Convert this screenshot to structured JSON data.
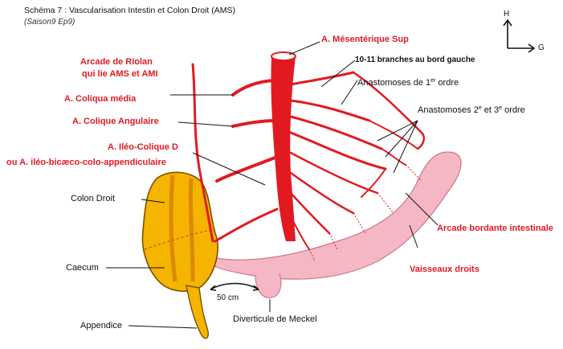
{
  "header": {
    "title": "Schéma 7 : Vascularisation Intestin et Colon Droit (AMS)",
    "subtitle": "(Saison9 Ep9)"
  },
  "compass": {
    "up": "H",
    "right": "G"
  },
  "labels_red": {
    "ams": "A. Mésentérique Sup",
    "riolan_1": "Arcade de Riolan",
    "riolan_2": "qui lie AMS et AMI",
    "coliqua_media": "A. Coliqua média",
    "colique_angulaire": "A. Colique Angulaire",
    "ileo_colique_1": "A. Iléo-Colique D",
    "ileo_colique_2": "ou A. iléo-bicæco-colo-appendiculaire",
    "arcade_bordante": "Arcade bordante intestinale",
    "vaisseaux_droits": "Vaisseaux droits"
  },
  "labels_black": {
    "branches": "10-11 branches au bord gauche",
    "anastomoses1_a": "Anastomoses de 1",
    "anastomoses1_sup": "er",
    "anastomoses1_b": " ordre",
    "anastomoses23_a": "Anastomoses 2",
    "anastomoses23_sup1": "e",
    "anastomoses23_b": " et 3",
    "anastomoses23_sup2": "e",
    "anastomoses23_c": " ordre",
    "colon_droit": "Colon Droit",
    "caecum": "Caecum",
    "appendice": "Appendice",
    "diverticule": "Diverticule de Meckel",
    "distance": "50 cm"
  },
  "colors": {
    "artery": "#e11a22",
    "intestine": "#f6b7c5",
    "colon": "#f4b400",
    "label_red": "#e11a22"
  }
}
